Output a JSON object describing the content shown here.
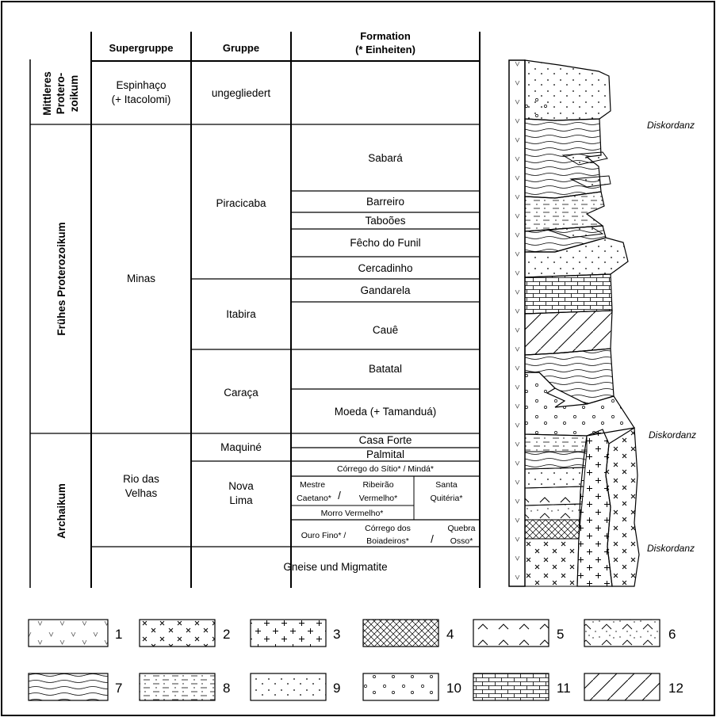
{
  "headers": {
    "supergruppe": "Supergruppe",
    "gruppe": "Gruppe",
    "formation_line1": "Formation",
    "formation_line2": "(* Einheiten)"
  },
  "eras": {
    "mittleres_l1": "Mittleres",
    "mittleres_l2": "Protero-",
    "mittleres_l3": "zoikum",
    "fruehes": "Frühes Proterozoikum",
    "archaikum": "Archaikum"
  },
  "supergroups": {
    "espinhaco_l1": "Espinhaço",
    "espinhaco_l2": "(+ Itacolomi)",
    "minas": "Minas",
    "rio_l1": "Rio das",
    "rio_l2": "Velhas"
  },
  "groups": {
    "ungegliedert": "ungegliedert",
    "piracicaba": "Piracicaba",
    "itabira": "Itabira",
    "caraca": "Caraça",
    "maquine": "Maquiné",
    "nova_l1": "Nova",
    "nova_l2": "Lima"
  },
  "formations": {
    "sabara": "Sabará",
    "barreiro": "Barreiro",
    "taboes": "Taboões",
    "fecho": "Fêcho do Funil",
    "cercadinho": "Cercadinho",
    "gandarela": "Gandarela",
    "caue": "Cauê",
    "batatal": "Batatal",
    "moeda": "Moeda (+ Tamanduá)",
    "casa_forte": "Casa Forte",
    "palmital": "Palmital",
    "corrego_sitio": "Córrego do Sítio* / Mindá*",
    "mestre_l1": "Mestre",
    "mestre_l2": "Caetano*",
    "slash1": "/",
    "ribeirao_l1": "Ribeirão",
    "ribeirao_l2": "Vermelho*",
    "santa_l1": "Santa",
    "santa_l2": "Quitéria*",
    "morro": "Morro Vermelho*",
    "ouro": "Ouro Fino* /",
    "corrego_boi_l1": "Córrego dos",
    "corrego_boi_l2": "Boiadeiros*",
    "slash2": "/",
    "quebra_l1": "Quebra",
    "quebra_l2": "Osso*"
  },
  "basement": "Gneise und Migmatite",
  "diskordanz": [
    "Diskordanz",
    "Diskordanz",
    "Diskordanz"
  ],
  "legend": [
    {
      "number": "1",
      "pattern": "v-marks"
    },
    {
      "number": "2",
      "pattern": "crosses"
    },
    {
      "number": "3",
      "pattern": "plus-signs"
    },
    {
      "number": "4",
      "pattern": "crosshatch"
    },
    {
      "number": "5",
      "pattern": "chevrons"
    },
    {
      "number": "6",
      "pattern": "dotted-chevrons"
    },
    {
      "number": "7",
      "pattern": "wavy-lines"
    },
    {
      "number": "8",
      "pattern": "dashes-and-dots"
    },
    {
      "number": "9",
      "pattern": "dots"
    },
    {
      "number": "10",
      "pattern": "circles"
    },
    {
      "number": "11",
      "pattern": "bricks"
    },
    {
      "number": "12",
      "pattern": "diagonal-lines"
    }
  ]
}
